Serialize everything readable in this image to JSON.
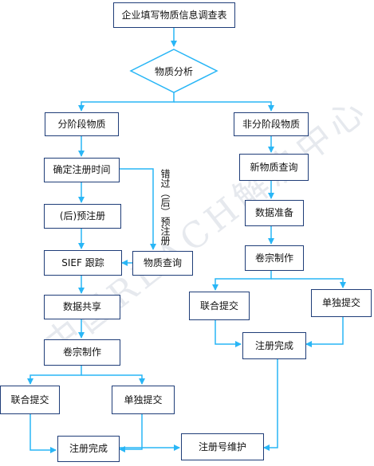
{
  "watermark": "中国REACH解决中心",
  "nodes": {
    "start": "企业填写物质信息调查表",
    "analysis": "物质分析",
    "phase_in": "分阶段物质",
    "non_phase_in": "非分阶段物质",
    "confirm_time": "确定注册时间",
    "late_prereg": "(后)预注册",
    "sief": "SIEF 跟踪",
    "substance_query": "物质查询",
    "data_share": "数据共享",
    "dossier_left": "卷宗制作",
    "joint_left": "联合提交",
    "single_left": "单独提交",
    "reg_done_left": "注册完成",
    "reg_maintain": "注册号维护",
    "new_query": "新物质查询",
    "data_prep": "数据准备",
    "dossier_right": "卷宗制作",
    "joint_right": "联合提交",
    "single_right": "单独提交",
    "reg_done_right": "注册完成"
  },
  "edge_labels": {
    "missed_prereg": "错过（后）预注册"
  },
  "colors": {
    "arrow": "#29b6f6",
    "border": "#1f3d78",
    "diamond_border": "#29b6f6"
  }
}
